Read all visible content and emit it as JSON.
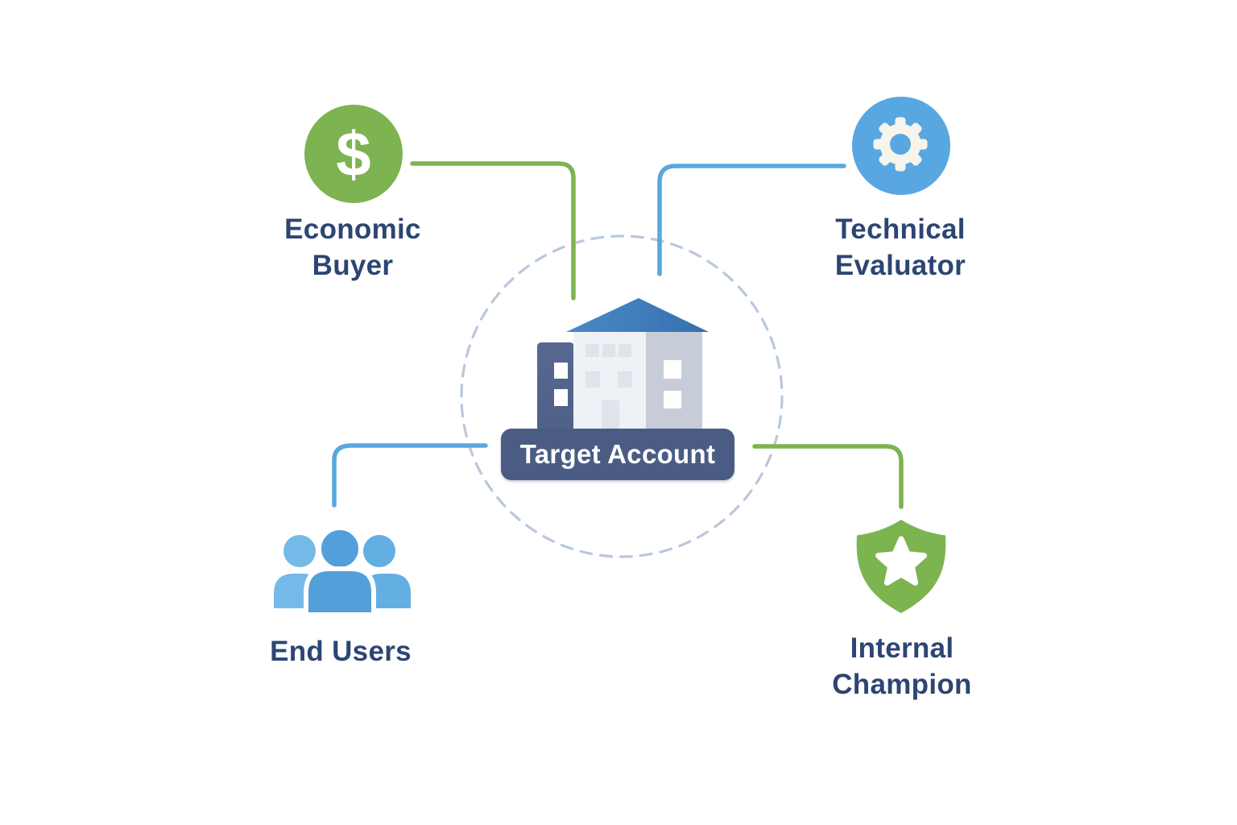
{
  "diagram": {
    "center": {
      "label": "Target Account"
    },
    "stakeholders": [
      {
        "id": "economic-buyer",
        "line1": "Economic",
        "line2": "Buyer",
        "icon": "dollar-icon",
        "accent": "#7db351",
        "position": "top-left"
      },
      {
        "id": "technical-evaluator",
        "line1": "Technical",
        "line2": "Evaluator",
        "icon": "gear-icon",
        "accent": "#58a7e0",
        "position": "top-right"
      },
      {
        "id": "end-users",
        "line1": "End Users",
        "line2": "",
        "icon": "users-icon",
        "accent": "#58a7e0",
        "position": "bottom-left"
      },
      {
        "id": "internal-champion",
        "line1": "Internal",
        "line2": "Champion",
        "icon": "shield-star-icon",
        "accent": "#7cb450",
        "position": "bottom-right"
      }
    ],
    "glyphs": {
      "dollar": "$"
    },
    "colors": {
      "green_accent": "#7cb450",
      "blue_accent": "#58a7e0",
      "role_label_text": "#2c4673",
      "center_label_bg": "#4a5c84",
      "center_label_text": "#ffffff",
      "dashed_circle": "#b9c8dc",
      "roof_blue": "#3f7cba",
      "tower_blue": "#54648f",
      "wall_light": "#eef1f5",
      "wall_gray": "#c7cdd8",
      "window_gray": "#dfe4eb",
      "background": "#ffffff"
    }
  }
}
